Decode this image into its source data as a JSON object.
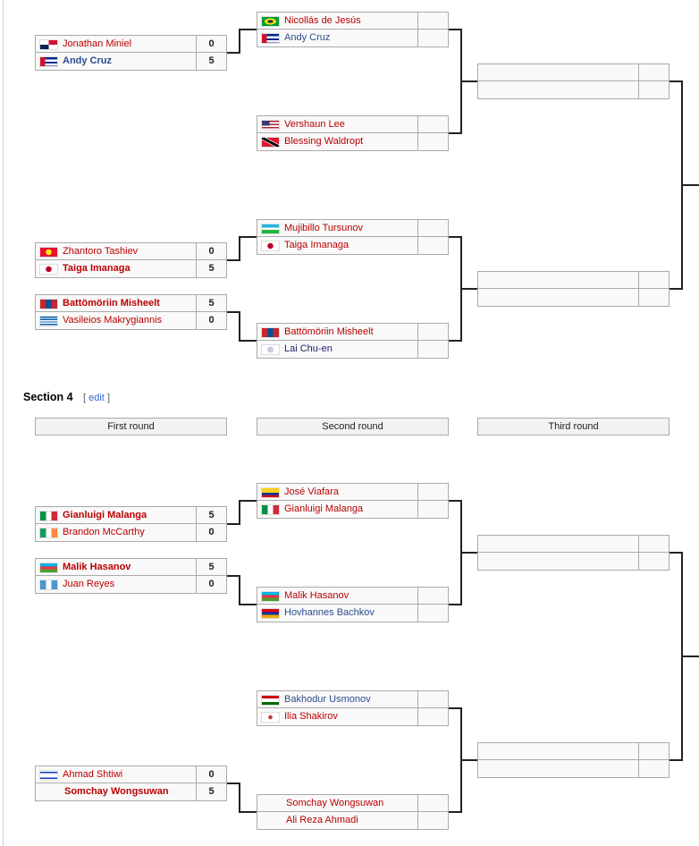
{
  "section": {
    "title": "Section 4",
    "edit_open": "[",
    "edit_label": "edit",
    "edit_close": "]"
  },
  "round_headers": [
    "First round",
    "Second round",
    "Third round"
  ],
  "colors": {
    "red_link": "#ba0000",
    "blue_link": "#2a4b8d",
    "line": "#222222",
    "cell_bg": "#f9f9f9"
  },
  "upper": {
    "first_round": [
      [
        {
          "name": "Jonathan Miniel",
          "flag": "pan",
          "score": "0",
          "link": "red"
        },
        {
          "name": "Andy Cruz",
          "flag": "cub",
          "score": "5",
          "link": "blue",
          "winner": true
        }
      ],
      [
        {
          "name": "Zhantoro Tashiev",
          "flag": "kgz",
          "score": "0",
          "link": "red"
        },
        {
          "name": "Taiga Imanaga",
          "flag": "jpn",
          "score": "5",
          "link": "red",
          "winner": true
        }
      ],
      [
        {
          "name": "Battömöriin Misheelt",
          "flag": "mng",
          "score": "5",
          "link": "red",
          "winner": true
        },
        {
          "name": "Vasileios Makrygiannis",
          "flag": "grc",
          "score": "0",
          "link": "red"
        }
      ]
    ],
    "second_round": [
      [
        {
          "name": "Nicollás de Jesús",
          "flag": "bra",
          "score": "",
          "link": "red"
        },
        {
          "name": "Andy Cruz",
          "flag": "cub",
          "score": "",
          "link": "blue"
        }
      ],
      [
        {
          "name": "Vershaun Lee",
          "flag": "usa",
          "score": "",
          "link": "red"
        },
        {
          "name": "Blessing Waldropt",
          "flag": "tto",
          "score": "",
          "link": "red"
        }
      ],
      [
        {
          "name": "Mujibillo Tursunov",
          "flag": "uzb",
          "score": "",
          "link": "red"
        },
        {
          "name": "Taiga Imanaga",
          "flag": "jpn",
          "score": "",
          "link": "red"
        }
      ],
      [
        {
          "name": "Battömöriin Misheelt",
          "flag": "mng",
          "score": "",
          "link": "red"
        },
        {
          "name": "Lai Chu-en",
          "flag": "tpe",
          "score": "",
          "link": "navy"
        }
      ]
    ],
    "third_round": [
      [
        {
          "name": "",
          "flag": "",
          "score": ""
        },
        {
          "name": "",
          "flag": "",
          "score": ""
        }
      ],
      [
        {
          "name": "",
          "flag": "",
          "score": ""
        },
        {
          "name": "",
          "flag": "",
          "score": ""
        }
      ]
    ]
  },
  "lower": {
    "first_round": [
      [
        {
          "name": "Gianluigi Malanga",
          "flag": "ita",
          "score": "5",
          "link": "red",
          "winner": true
        },
        {
          "name": "Brandon McCarthy",
          "flag": "irl",
          "score": "0",
          "link": "red"
        }
      ],
      [
        {
          "name": "Malik Hasanov",
          "flag": "aze",
          "score": "5",
          "link": "red",
          "winner": true
        },
        {
          "name": "Juan Reyes",
          "flag": "gua",
          "score": "0",
          "link": "red"
        }
      ],
      [
        {
          "name": "Ahmad Shtiwi",
          "flag": "isr",
          "score": "0",
          "link": "red"
        },
        {
          "name": "Somchay Wongsuwan",
          "flag": "",
          "score": "5",
          "link": "red",
          "winner": true
        }
      ]
    ],
    "second_round": [
      [
        {
          "name": "José Viafara",
          "flag": "col",
          "score": "",
          "link": "red"
        },
        {
          "name": "Gianluigi Malanga",
          "flag": "ita",
          "score": "",
          "link": "red"
        }
      ],
      [
        {
          "name": "Malik Hasanov",
          "flag": "aze",
          "score": "",
          "link": "red"
        },
        {
          "name": "Hovhannes Bachkov",
          "flag": "arm",
          "score": "",
          "link": "blue"
        }
      ],
      [
        {
          "name": "Bakhodur Usmonov",
          "flag": "tjk",
          "score": "",
          "link": "blue"
        },
        {
          "name": "Ilia Shakirov",
          "flag": "ain",
          "score": "",
          "link": "red"
        }
      ],
      [
        {
          "name": "Somchay Wongsuwan",
          "flag": "",
          "score": "",
          "link": "red"
        },
        {
          "name": "Ali Reza Ahmadi",
          "flag": "",
          "score": "",
          "link": "red"
        }
      ]
    ],
    "third_round": [
      [
        {
          "name": "",
          "flag": "",
          "score": ""
        },
        {
          "name": "",
          "flag": "",
          "score": ""
        }
      ],
      [
        {
          "name": "",
          "flag": "",
          "score": ""
        },
        {
          "name": "",
          "flag": "",
          "score": ""
        }
      ]
    ]
  }
}
